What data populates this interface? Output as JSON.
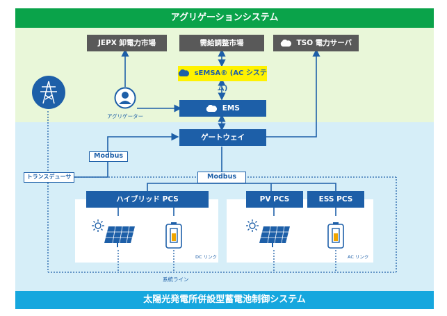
{
  "header": {
    "title": "アグリゲーションシステム"
  },
  "footer": {
    "title": "太陽光発電所併設型蓄電池制御システム"
  },
  "markets": {
    "jepx": "JEPX 卸電力市場",
    "balancing": "需給調整市場",
    "tso": "TSO 電力サーバ"
  },
  "semsa": {
    "label": "sEMSA® (AC システム)"
  },
  "aggregator": {
    "label": "アグリゲーター"
  },
  "ems": {
    "label": "EMS"
  },
  "gateway": {
    "label": "ゲートウェイ"
  },
  "modbus": {
    "left": "Modbus",
    "center": "Modbus"
  },
  "transducer": {
    "label": "トランスデューサ"
  },
  "pcs": {
    "hybrid": "ハイブリッド PCS",
    "pv": "PV PCS",
    "ess": "ESS PCS"
  },
  "links": {
    "dc": "DC リンク",
    "ac": "AC リンク"
  },
  "grid_line": {
    "label": "系統ライン"
  },
  "colors": {
    "green_band": "#0aa34a",
    "green_zone": "#e9f7d9",
    "blue_zone": "#d6eef8",
    "blue_band": "#16a7de",
    "dark_blue": "#1d5fa8",
    "gray": "#595959",
    "yellow": "#fff200"
  },
  "icons": [
    "cloud-icon",
    "person-icon",
    "transmission-tower-icon",
    "sun-icon",
    "solar-panel-icon",
    "battery-icon"
  ]
}
